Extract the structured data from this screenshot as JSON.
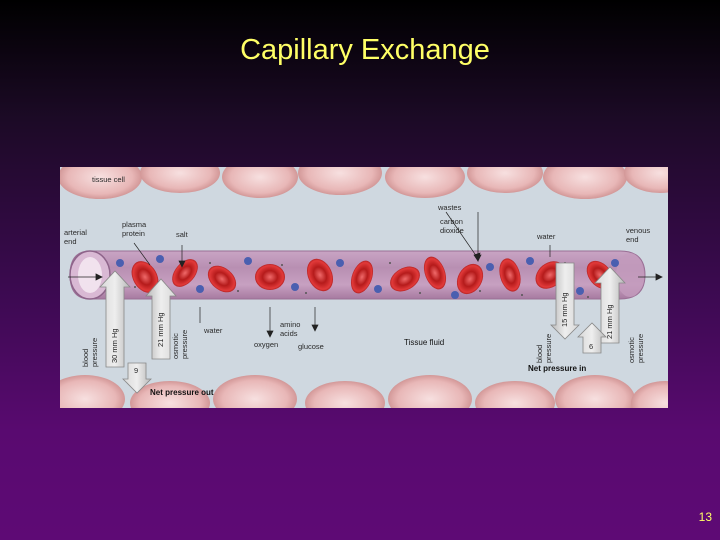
{
  "slide": {
    "title": "Capillary Exchange",
    "page_number": "13"
  },
  "figure": {
    "labels": {
      "tissue_cell": "tissue cell",
      "arterial_end": "arterial\nend",
      "plasma_protein": "plasma\nprotein",
      "salt": "salt",
      "wastes": "wastes",
      "carbon_dioxide": "carbon\ndioxide",
      "water_top": "water",
      "venous_end": "venous\nend",
      "blood_pressure_left": "blood\npressure",
      "bp_value_left": "30 mm Hg",
      "op_value_left": "21 mm Hg",
      "osmotic_pressure_left": "osmotic\npressure",
      "water_bottom": "water",
      "amino_acids": "amino\nacids",
      "oxygen": "oxygen",
      "glucose": "glucose",
      "tissue_fluid": "Tissue fluid",
      "blood_pressure_right": "blood\npressure",
      "bp_value_right": "15 mm Hg",
      "op_value_right": "21 mm Hg",
      "osmotic_pressure_right": "osmotic\npressure",
      "net_in_value": "6",
      "net_out_value": "9",
      "net_pressure_in": "Net pressure in",
      "net_pressure_out": "Net pressure out"
    }
  }
}
